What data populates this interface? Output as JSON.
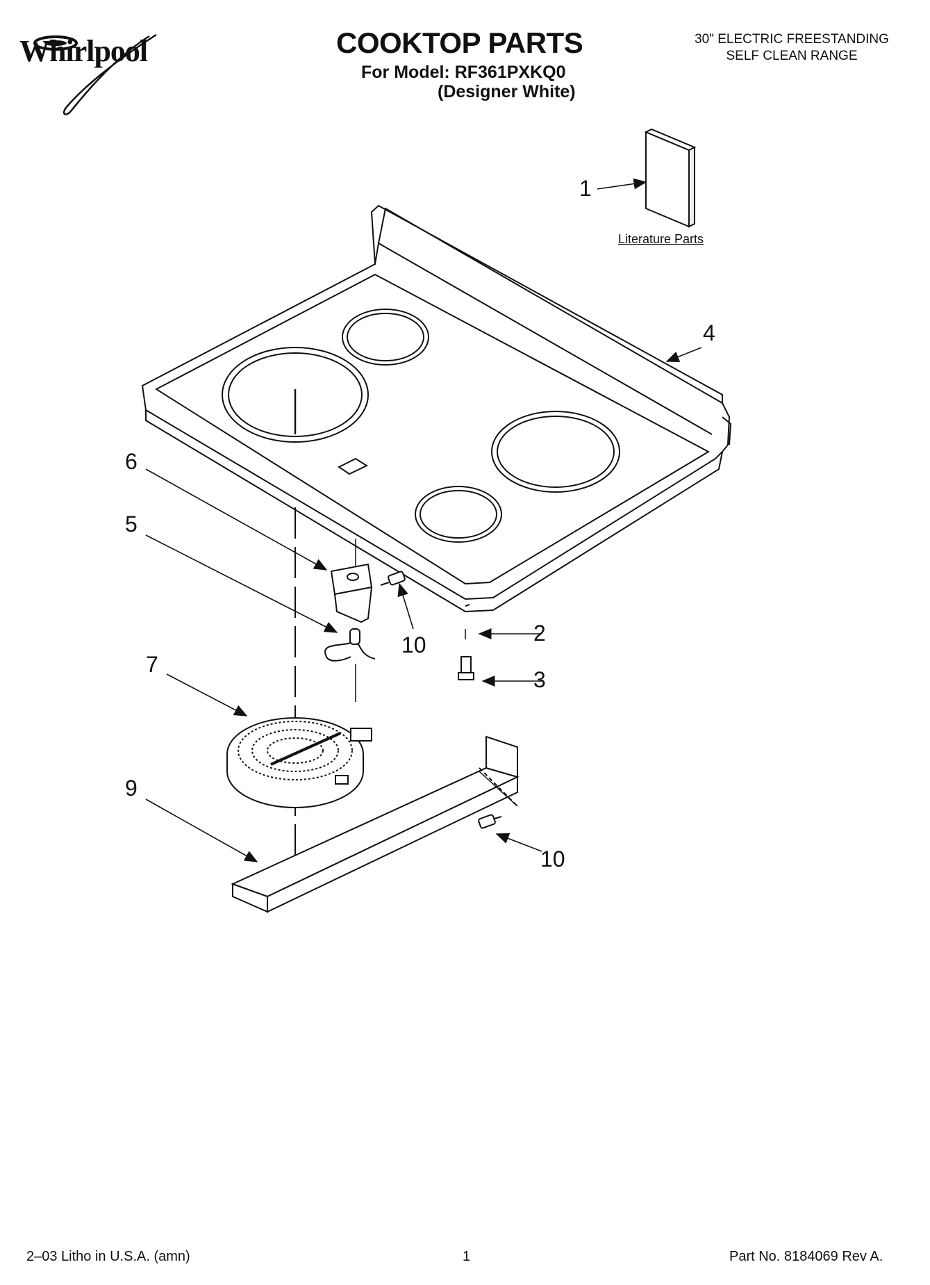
{
  "header": {
    "brand": "Whirlpool",
    "title": "COOKTOP PARTS",
    "model_line": "For Model: RF361PXKQ0",
    "variant": "(Designer White)",
    "product_line1": "30\" ELECTRIC FREESTANDING",
    "product_line2": "SELF CLEAN RANGE"
  },
  "diagram": {
    "literature_label": "Literature Parts",
    "callouts": {
      "c1": "1",
      "c2": "2",
      "c3": "3",
      "c4": "4",
      "c5": "5",
      "c6": "6",
      "c7": "7",
      "c9": "9",
      "c10a": "10",
      "c10b": "10"
    }
  },
  "footer": {
    "left": "2–03 Litho in U.S.A. (amn)",
    "center": "1",
    "right": "Part No. 8184069 Rev A."
  }
}
